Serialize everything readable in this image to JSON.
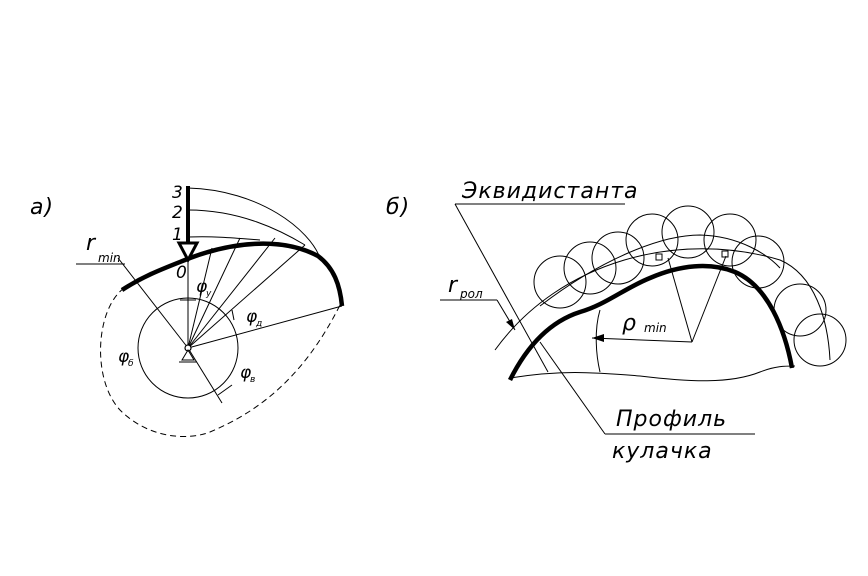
{
  "panel_a": {
    "label": "а)",
    "r_min": "r",
    "r_min_sub": "min",
    "positions": [
      "3",
      "2",
      "1",
      "0"
    ],
    "phi_y": "φ",
    "phi_y_sub": "у",
    "phi_d": "φ",
    "phi_d_sub": "д",
    "phi_b": "φ",
    "phi_b_sub": "б",
    "phi_v": "φ",
    "phi_v_sub": "в"
  },
  "panel_b": {
    "label": "б)",
    "equidistant": "Эквидистанта",
    "r_rol": "r",
    "r_rol_sub": "рол",
    "rho_min": "ρ",
    "rho_min_sub": "min",
    "profile_line1": "Профиль",
    "profile_line2": "кулачка"
  }
}
